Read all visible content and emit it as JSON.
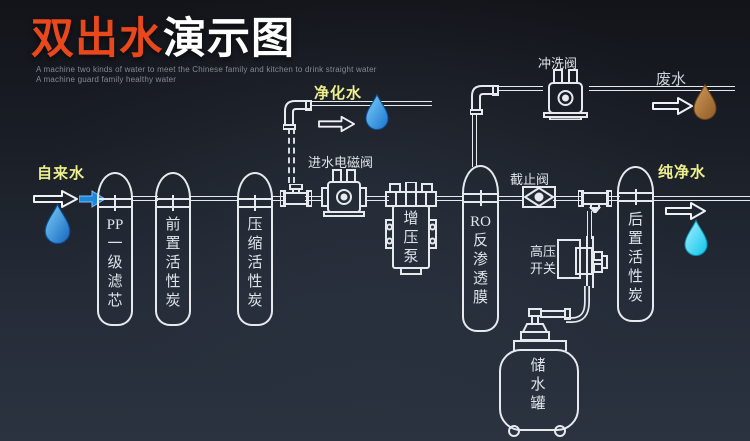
{
  "header": {
    "title_accent": "双出水",
    "title_rest": "演示图",
    "subtitle_line1": "A machine two kinds of water to meet the Chinese family and kitchen to drink straight water",
    "subtitle_line2": "A machine guard family healthy water"
  },
  "flow_labels": {
    "tap_water": "自来水",
    "purified_water": "净化水",
    "inlet_solenoid_valve": "进水电磁阀",
    "flush_valve": "冲洗阀",
    "waste_water": "废水",
    "stop_valve": "截止阀",
    "high_pressure_switch": [
      "高压",
      "开关"
    ],
    "pure_water": "纯净水"
  },
  "components": {
    "pp_filter": [
      "PP",
      "一",
      "级",
      "滤",
      "芯"
    ],
    "pre_carbon": [
      "前",
      "置",
      "活",
      "性",
      "炭"
    ],
    "compressed_carbon": [
      "压",
      "缩",
      "活",
      "性",
      "炭"
    ],
    "booster_pump": [
      "增",
      "压",
      "泵"
    ],
    "ro_membrane": [
      "RO",
      "反",
      "渗",
      "透",
      "膜"
    ],
    "post_carbon": [
      "后",
      "置",
      "活",
      "性",
      "炭"
    ],
    "storage_tank": [
      "储",
      "水",
      "罐"
    ]
  },
  "colors": {
    "title_accent": "#e8481c",
    "label_yellow": "#eef08d",
    "line_white": "#e6eaef",
    "tap_and_purified_drop": "#1f86dd",
    "pure_water_drop": "#19c8f0",
    "waste_water_drop": "#b0713a",
    "background_top": "#121419",
    "background_bottom": "#2b3340"
  }
}
